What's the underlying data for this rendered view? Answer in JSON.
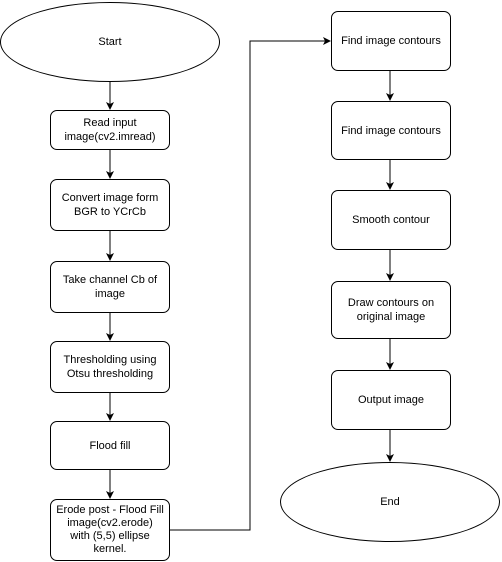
{
  "diagram": {
    "nodes": {
      "start": "Start",
      "read_input": "Read input\nimage(cv2.imread)",
      "convert": "Convert image form\nBGR to YCrCb",
      "take_channel": "Take channel Cb of\nimage",
      "thresholding": "Thresholding using\nOtsu thresholding",
      "flood_fill": "Flood fill",
      "erode": "Erode post - Flood Fill\nimage(cv2.erode)\nwith (5,5) ellipse\nkernel.",
      "find_contours_1": "Find image contours",
      "find_contours_2": "Find image contours",
      "smooth": "Smooth contour",
      "draw_contours": "Draw contours on\noriginal image",
      "output": "Output image",
      "end": "End"
    }
  }
}
